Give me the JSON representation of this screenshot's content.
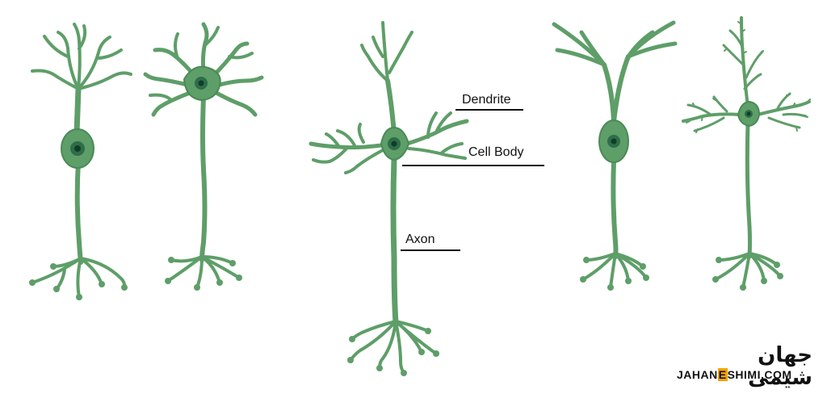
{
  "labels": {
    "dendrite": "Dendrite",
    "cell_body": "Cell Body",
    "axon": "Axon"
  },
  "watermark": {
    "persian": "جهان شیمی",
    "site_prefix": "JAHAN",
    "site_e": "E",
    "site_suffix": "SHIMI.COM"
  },
  "colors": {
    "neuron_fill": "#5e9e68",
    "neuron_stroke": "#4a8a55",
    "nucleus": "#2f6d49",
    "nucleolus": "#0f3d2a",
    "accent": "#f5a300"
  }
}
